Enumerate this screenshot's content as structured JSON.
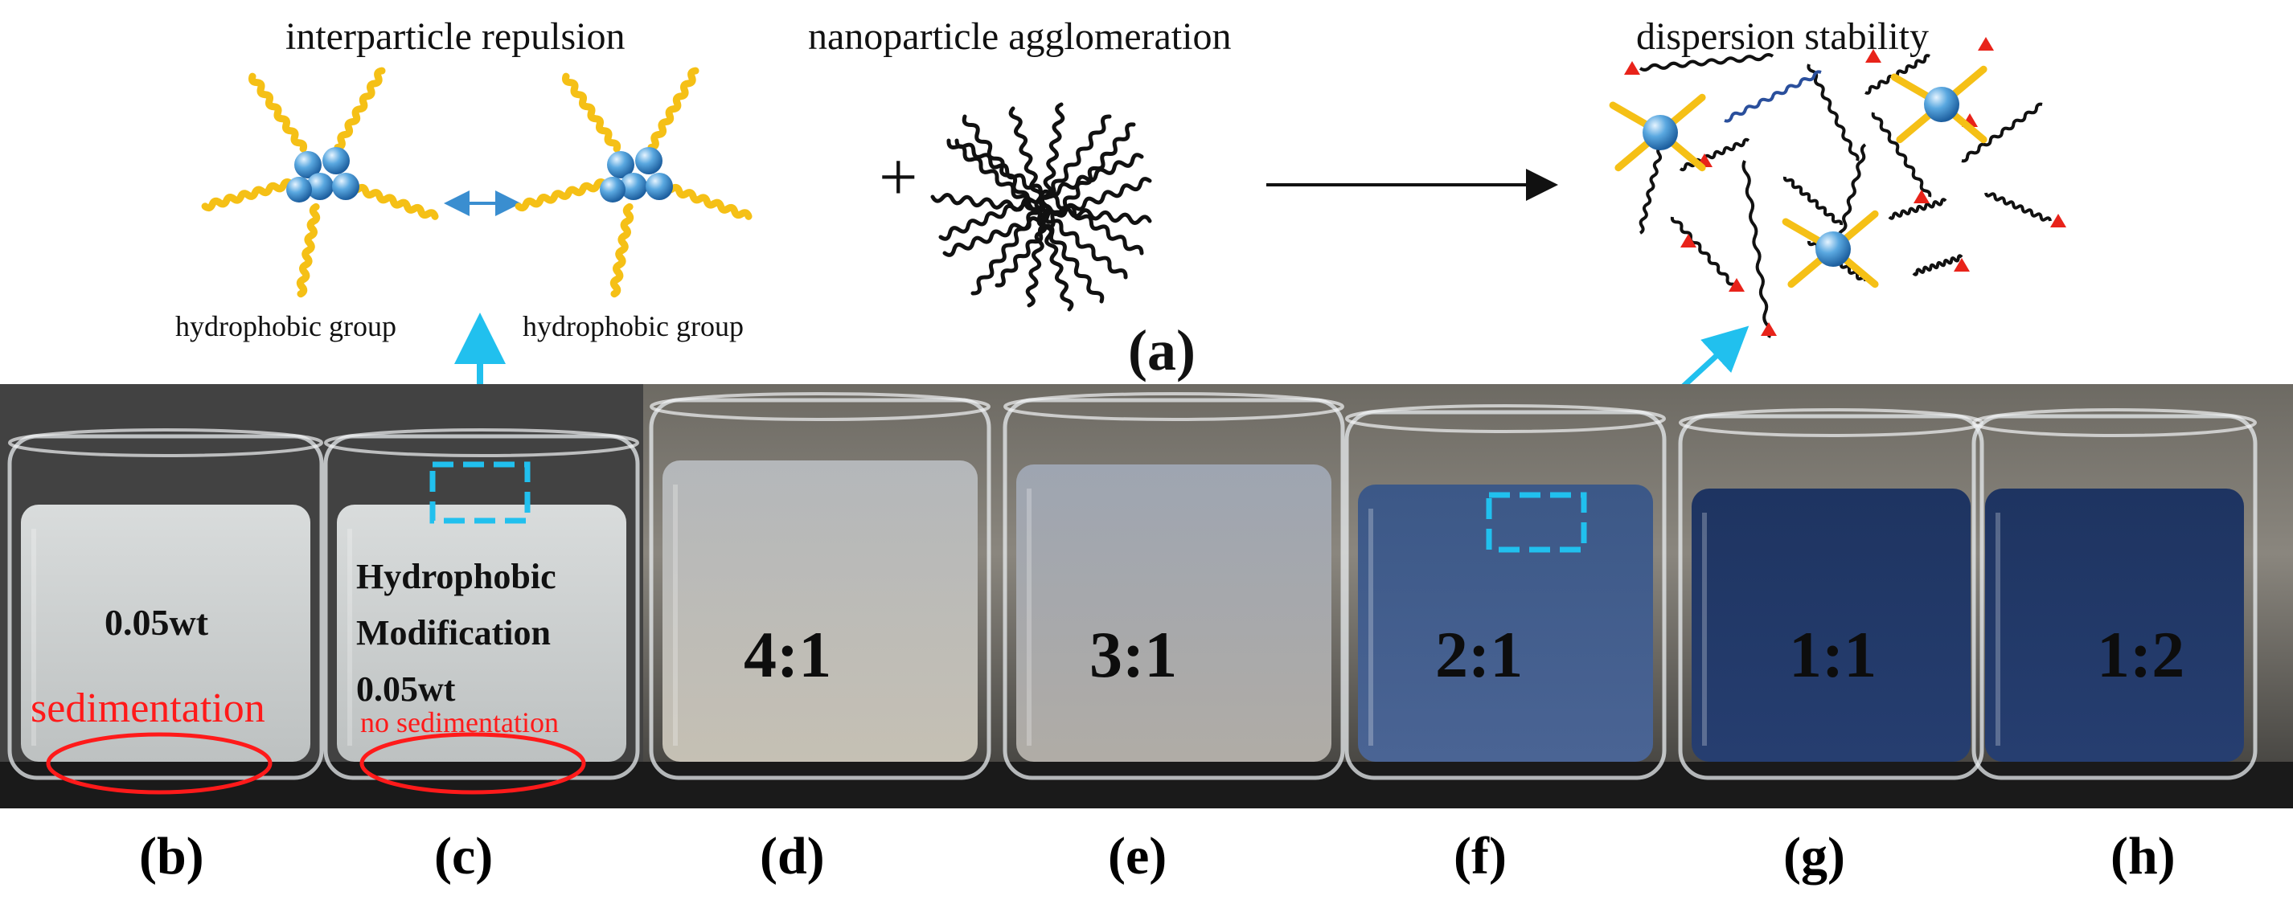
{
  "top": {
    "repulsion_title": "interparticle repulsion",
    "agglomeration_title": "nanoparticle agglomeration",
    "stability_title": "dispersion stability",
    "group_left": "hydrophobic  group",
    "group_right": "hydrophobic  group",
    "plus": "+",
    "panel_a": "(a)"
  },
  "beakers": {
    "b": {
      "text": "0.05wt",
      "note": "sedimentation",
      "label": "(b)"
    },
    "c": {
      "line1": "Hydrophobic",
      "line2": "Modification",
      "line3": "0.05wt",
      "note": "no sedimentation",
      "label": "(c)"
    },
    "d": {
      "ratio": "4:1",
      "label": "(d)"
    },
    "e": {
      "ratio": "3:1",
      "label": "(e)"
    },
    "f": {
      "ratio": "2:1",
      "label": "(f)"
    },
    "g": {
      "ratio": "1:1",
      "label": "(g)"
    },
    "h": {
      "ratio": "1:2",
      "label": "(h)"
    }
  },
  "colors": {
    "particle": "#5aa8e0",
    "chain_yellow": "#f5c016",
    "chain_black": "#111111",
    "accent_cyan": "#21c0ee",
    "arrow_red": "#e8231a",
    "highlight_red": "#ff1a1a",
    "liquid_light": "#c9cfd3",
    "liquid_grey": "#a9b0b9",
    "liquid_blue": "#3e5a86",
    "liquid_dark": "#1f3564",
    "bench": "#1a1a1a"
  }
}
